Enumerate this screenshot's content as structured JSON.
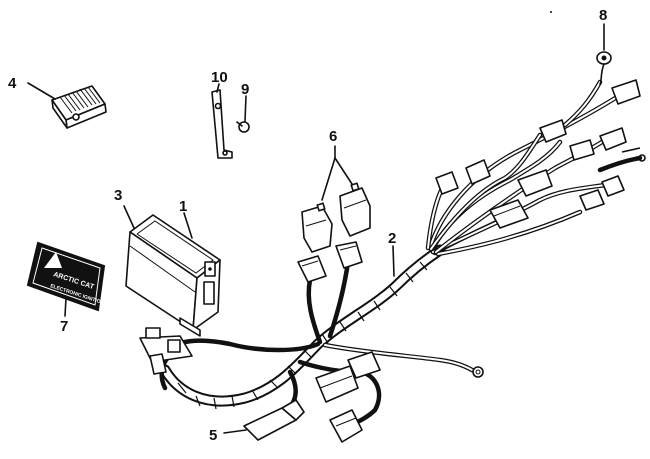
{
  "callouts": {
    "c1": "1",
    "c2": "2",
    "c3": "3",
    "c4": "4",
    "c5": "5",
    "c6": "6",
    "c7": "7",
    "c8": "8",
    "c9": "9",
    "c10": "10"
  },
  "decal": {
    "brand": "ARCTIC CAT",
    "subtext": "ELECTRONIC IGNITION"
  }
}
